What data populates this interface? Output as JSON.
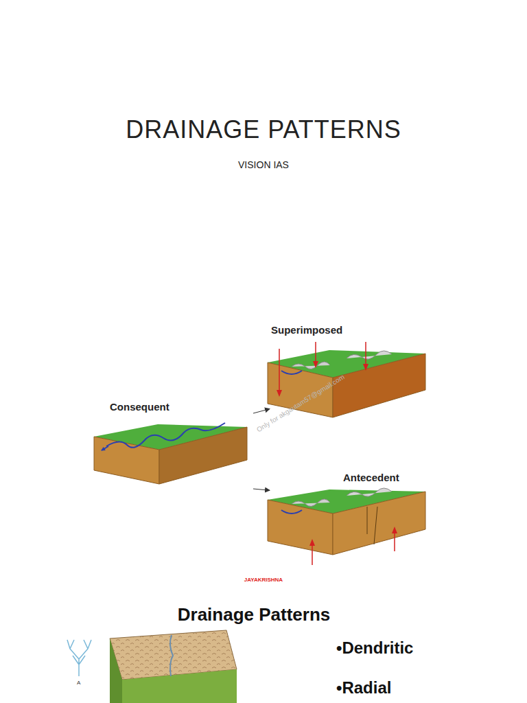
{
  "diagram": {
    "title": "DRAINAGE PATTERNS",
    "nodes": [
      {
        "text": [
          "Consequent"
        ]
      },
      {
        "text": [
          "Superimposed"
        ]
      },
      {
        "text": [
          "Antecedent"
        ]
      }
    ],
    "edges": [
      {
        "from": 0,
        "to": 1,
        "arrow": "to"
      },
      {
        "from": 0,
        "to": 2,
        "arrow": "to"
      }
    ],
    "labels": [
      "VISION IAS",
      "Only for akgautam57@gmail.com",
      "JAYAKRISHNA",
      "Drainage Patterns",
      "•Dendritic",
      "•Radial",
      "A"
    ]
  }
}
